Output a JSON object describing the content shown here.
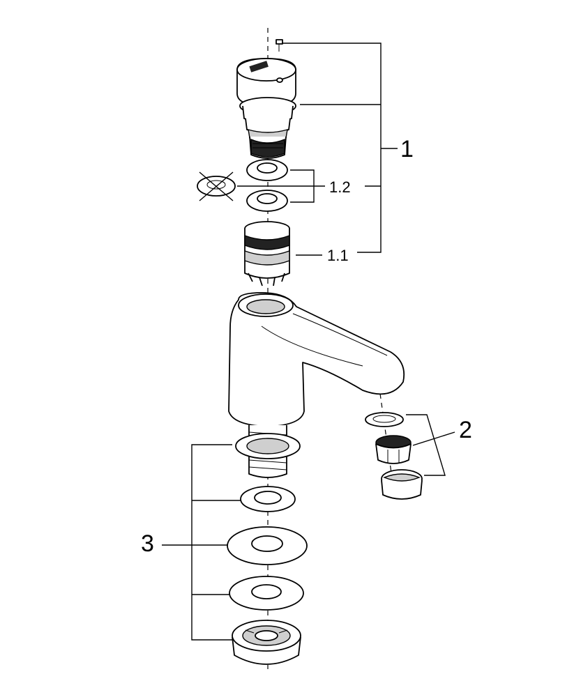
{
  "callouts": {
    "part_1": "1",
    "part_1_1": "1.1",
    "part_1_2": "1.2",
    "part_2": "2",
    "part_3": "3"
  },
  "icons": {
    "prohibited": "crossed-out-circle-icon"
  }
}
